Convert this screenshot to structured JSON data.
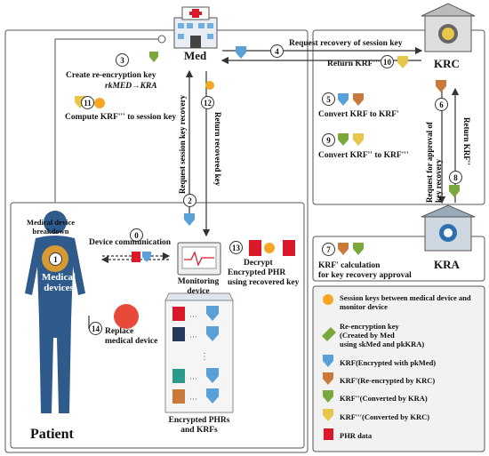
{
  "title_med": "Med",
  "title_krc": "KRC",
  "title_kra": "KRA",
  "patient_label": "Patient",
  "steps": {
    "s0": "Device communication",
    "s1_breakdown": "Medical device breakdown",
    "s1_devices": "Medical devices",
    "s2": "Request session key recovery",
    "s3": "Create re-encryption key",
    "s3_key": "rkMED→KRA",
    "s4": "Request recovery of session key",
    "s5": "Convert KRF to KRF'",
    "s6": "Request for approval of key recovery",
    "s7a": "KRF' calculation",
    "s7b": "for key recovery approval",
    "s8": "Return KRF''",
    "s9": "Convert KRF'' to KRF'''",
    "s10": "Return KRF'''",
    "s11": "Compute KRF''' to session key",
    "s12": "Return recovered key",
    "s13a": "Decrypt",
    "s13b": "Encrypted PHR",
    "s13c": "using recovered key",
    "s14a": "Replace",
    "s14b": "medical device"
  },
  "numbers": [
    "0",
    "1",
    "2",
    "3",
    "4",
    "5",
    "6",
    "7",
    "8",
    "9",
    "10",
    "11",
    "12",
    "13",
    "14"
  ],
  "monitor_label": "Monitoring device",
  "storage_label": "Encrypted PHRs and KRFs",
  "legend": {
    "session_keys": "Session keys between medical device and monitor device",
    "reenc_a": "Re-encryption key",
    "reenc_b": "(Created by Med",
    "reenc_c": "using skMed and pkKRA)",
    "krf": "KRF(Encrypted with pkMed)",
    "krf1": "KRF'(Re-encrypted by KRC)",
    "krf2": "KRF''(Converted by KRA)",
    "krf3": "KRF'''(Converted by KRC)",
    "phr": "PHR data"
  },
  "colors": {
    "krf": "#5aa0d8",
    "krf1": "#c97a3a",
    "krf2": "#7aa83c",
    "krf3": "#e8c64a",
    "phr": "#d9192a",
    "body": "#2e5a8c"
  }
}
